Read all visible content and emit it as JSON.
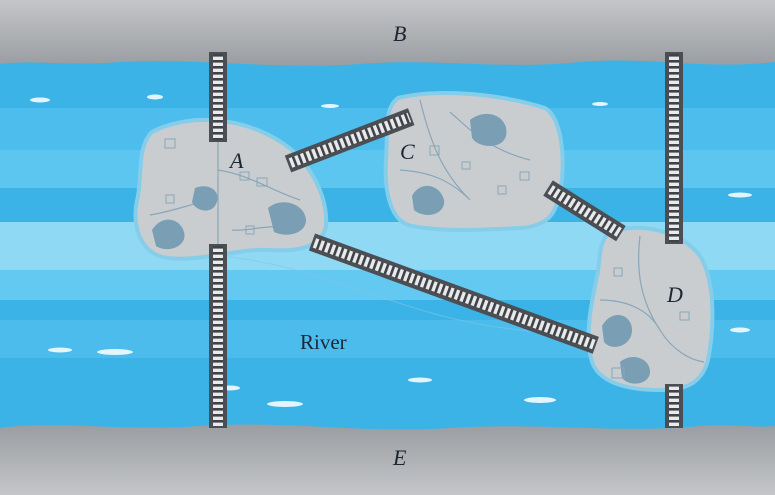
{
  "banks": {
    "north": {
      "label": "B"
    },
    "south": {
      "label": "E"
    }
  },
  "islands": [
    {
      "label": "A"
    },
    {
      "label": "C"
    },
    {
      "label": "D"
    }
  ],
  "river": {
    "label": "River"
  },
  "bridges": [
    {
      "from": "B",
      "to": "A"
    },
    {
      "from": "A",
      "to": "E"
    },
    {
      "from": "A",
      "to": "C"
    },
    {
      "from": "A",
      "to": "D"
    },
    {
      "from": "C",
      "to": "D"
    },
    {
      "from": "B",
      "to": "D"
    },
    {
      "from": "D",
      "to": "E"
    }
  ],
  "colors": {
    "bank": "#a6a9ac",
    "water": "#3cb3e6",
    "water_light": "#8fd9f5",
    "island": "#c9cdd0",
    "bridge": "#4b4e52"
  }
}
